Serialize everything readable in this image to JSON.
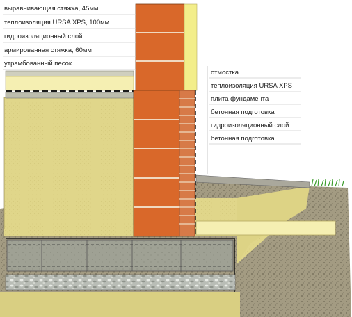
{
  "labels_left": [
    "выравнивающая стяжка, 45мм",
    "теплоизоляция URSA XPS, 100мм",
    "гидроизоляционный слой",
    "армированная стяжка, 60мм",
    "утрамбованный песок"
  ],
  "labels_right": [
    "отмостка",
    "теплоизоляция URSA XPS",
    "плита фундамента",
    "бетонная подготовка",
    "гидроизоляционный слой",
    "бетонная подготовка"
  ],
  "colors": {
    "brick": "#d9682a",
    "sand": "#e2d98a",
    "xps_insulation": "#f5f0b0",
    "concrete": "#a8a89a",
    "soil": "#9a927a",
    "grass": "#3f9e2e",
    "waterproofing": "#1a1a1a"
  }
}
